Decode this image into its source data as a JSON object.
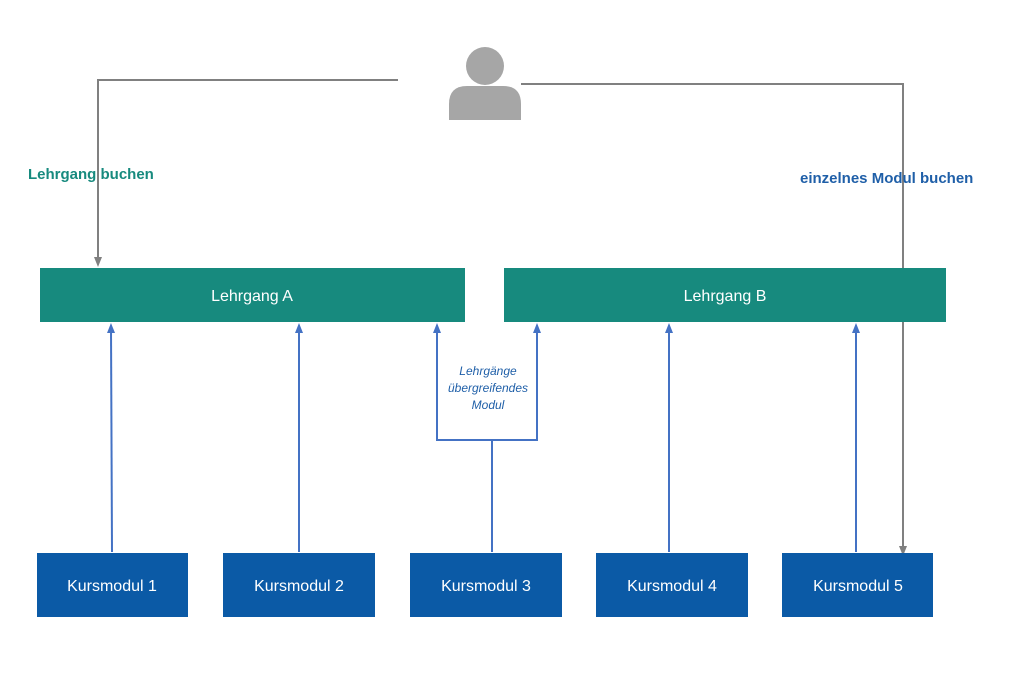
{
  "colors": {
    "program_box": "#178a7e",
    "module_box": "#0b5aa6",
    "gray_line": "#808080",
    "blue_line": "#4472c4",
    "label_green": "#178a7e",
    "label_blue": "#1f5fa8",
    "user_icon": "#a6a6a6"
  },
  "user": {
    "icon": "user-icon"
  },
  "paths": {
    "program_booking": "Lehrgang buchen",
    "single_module_booking": "einzelnes Modul buchen"
  },
  "programs": [
    {
      "id": "A",
      "label": "Lehrgang A"
    },
    {
      "id": "B",
      "label": "Lehrgang B"
    }
  ],
  "shared_module_label": [
    "Lehrgänge",
    "übergreifendes",
    "Modul"
  ],
  "modules": [
    {
      "label": "Kursmodul 1",
      "belongs_to": [
        "A"
      ]
    },
    {
      "label": "Kursmodul 2",
      "belongs_to": [
        "A"
      ]
    },
    {
      "label": "Kursmodul 3",
      "belongs_to": [
        "A",
        "B"
      ]
    },
    {
      "label": "Kursmodul 4",
      "belongs_to": [
        "B"
      ]
    },
    {
      "label": "Kursmodul 5",
      "belongs_to": [
        "B"
      ]
    }
  ]
}
